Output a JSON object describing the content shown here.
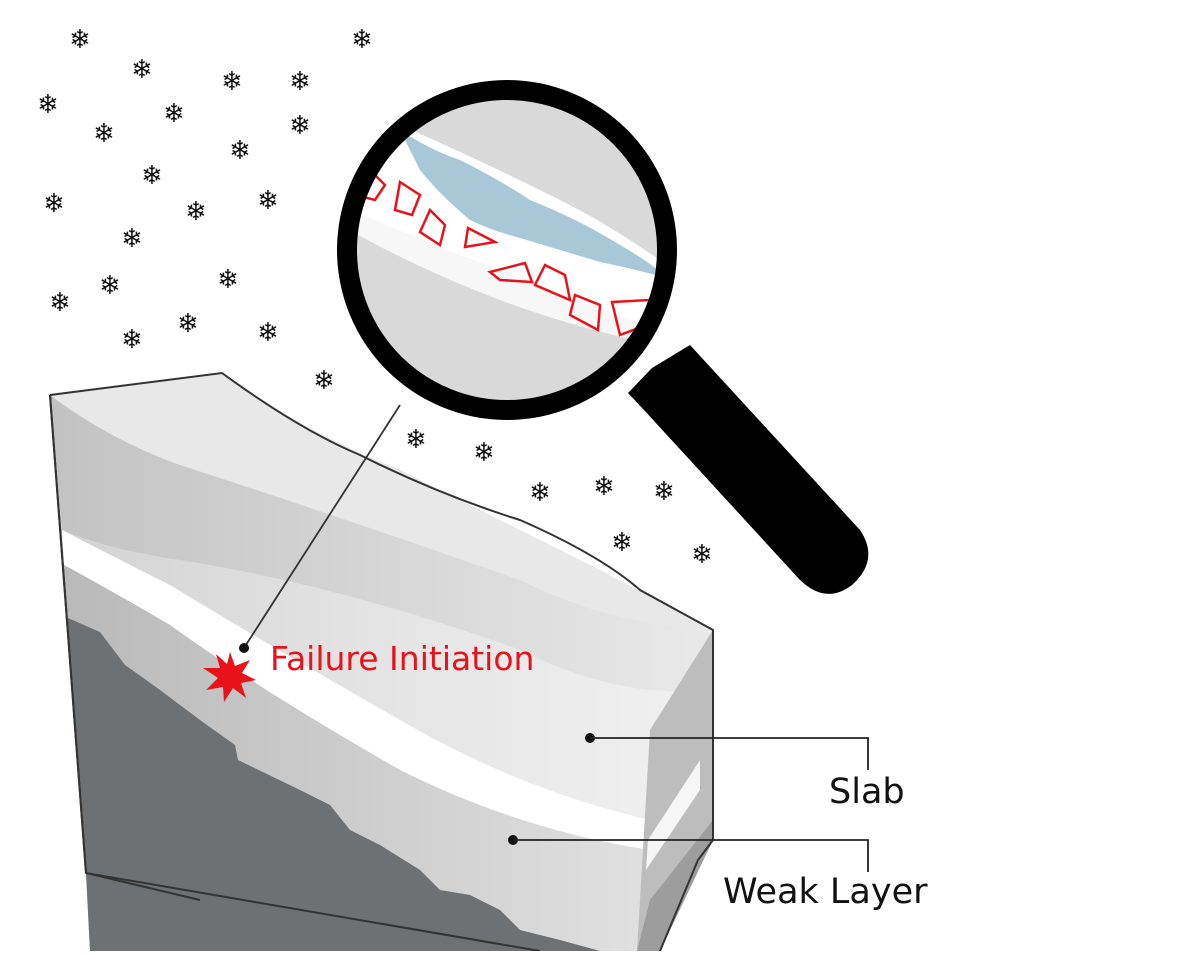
{
  "labels": {
    "failure_initiation": "Failure Initiation",
    "slab": "Slab",
    "weak_layer": "Weak Layer"
  },
  "colors": {
    "failure": "#e8121b",
    "text": "#111111",
    "ice": "#a8c8d8",
    "ground": "#6e7173",
    "lens_bg": "#d9d9d9",
    "magnifier": "#000000"
  },
  "icons": {
    "snowflake": "snowflake-icon",
    "burst": "failure-burst-icon",
    "magnifier": "magnifying-glass-icon"
  }
}
